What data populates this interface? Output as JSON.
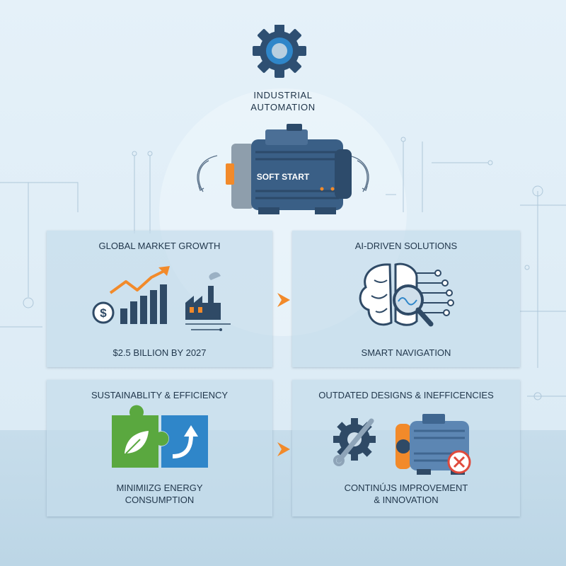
{
  "header": {
    "title_line1": "INDUSTRIAL",
    "title_line2": "AUTOMATION"
  },
  "motor": {
    "label": "SOFT START"
  },
  "panels": [
    {
      "heading": "GLOBAL MARKET GROWTH",
      "footer": "$2.5 BILLION BY 2027"
    },
    {
      "heading": "AI-DRIVEN SOLUTIONS",
      "footer": "SMART NAVIGATION"
    },
    {
      "heading": "SUSTAINABLITY & EFFICIENCY",
      "footer_line1": "MINIMIIZG ENERGY",
      "footer_line2": "CONSUMPTION"
    },
    {
      "heading": "OUTDATED DESIGNS & INEFFICENCIES",
      "footer_line1": "CONTINÚJS IMPROVEMENT",
      "footer_line2": "& INNOVATION"
    }
  ],
  "colors": {
    "accent_orange": "#f28a2a",
    "navy": "#2f4a66",
    "blue": "#2f86c9",
    "green": "#5aa83f",
    "red": "#e04a3c"
  },
  "icons": [
    "gear-icon",
    "motor-icon",
    "dollar-icon",
    "growth-chart-icon",
    "factory-icon",
    "ai-brain-icon",
    "magnifier-icon",
    "puzzle-leaf-icon",
    "puzzle-arrow-icon",
    "gear-wrench-icon",
    "outdated-motor-icon",
    "cancel-icon",
    "chevron-right-icon"
  ]
}
